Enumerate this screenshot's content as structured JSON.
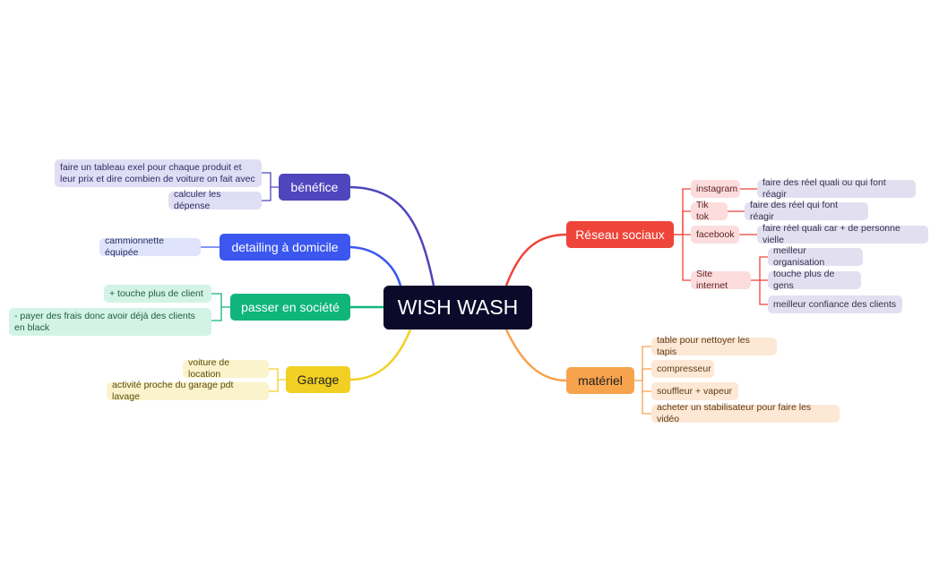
{
  "root": {
    "label": "WISH WASH"
  },
  "colors": {
    "benefice": "#4f45bd",
    "detailing": "#3b57f0",
    "societe": "#0fb57b",
    "garage": "#f2d023",
    "reseau": "#ef4439",
    "materiel": "#f7a24d"
  },
  "left": {
    "benefice": {
      "label": "bénéfice",
      "items": [
        "faire un tableau exel pour chaque produit et leur prix et dire combien de voiture on fait avec",
        "calculer les dépense"
      ]
    },
    "detailing": {
      "label": "detailing à domicile",
      "items": [
        "cammionnette équipée"
      ]
    },
    "societe": {
      "label": "passer en société",
      "items": [
        "+ touche plus de client",
        "- payer des frais donc avoir déjà des clients en black"
      ]
    },
    "garage": {
      "label": "Garage",
      "items": [
        "voiture de location",
        "activité proche du garage pdt lavage"
      ]
    }
  },
  "right": {
    "reseau": {
      "label": "Réseau sociaux",
      "children": [
        {
          "label": "instagram",
          "items": [
            "faire des réel quali ou qui font réagir"
          ]
        },
        {
          "label": "Tik tok",
          "items": [
            "faire des réel qui font réagir"
          ]
        },
        {
          "label": "facebook",
          "items": [
            "faire réel quali car + de personne vielle"
          ]
        },
        {
          "label": "Site internet",
          "items": [
            "meilleur organisation",
            "touche plus de gens",
            "meilleur confiance des clients"
          ]
        }
      ]
    },
    "materiel": {
      "label": "matériel",
      "items": [
        "table pour nettoyer les tapis",
        "compresseur",
        "souffleur + vapeur",
        "acheter un stabilisateur pour faire les vidéo"
      ]
    }
  }
}
